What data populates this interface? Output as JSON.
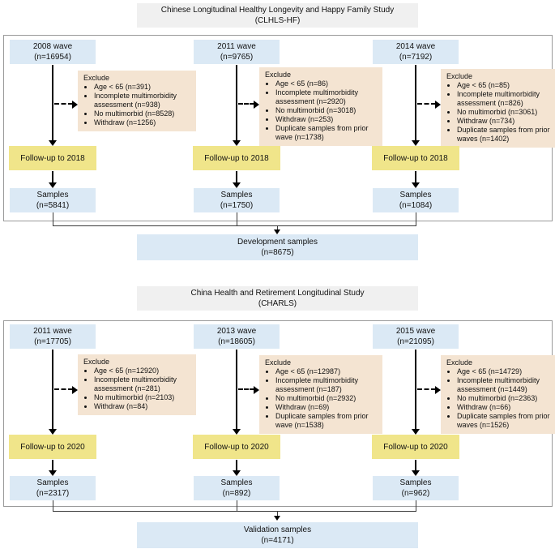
{
  "figure": {
    "type": "study-flow-diagram"
  },
  "colors": {
    "wave_sample_box": "#dbe9f5",
    "followup_box": "#f0e58a",
    "exclude_box": "#f4e4d2",
    "title_bg": "#f0f0f0",
    "panel_border": "#9a9a9a",
    "arrow": "#000000"
  },
  "sections": [
    {
      "title_line1": "Chinese Longitudinal Healthy Longevity and Happy Family Study",
      "title_line2": "(CLHLS-HF)",
      "columns": [
        {
          "wave_line1": "2008 wave",
          "wave_line2": "(n=16954)",
          "exclude_title": "Exclude",
          "exclude_items": [
            "Age < 65 (n=391)",
            "Incomplete multimorbidity assessment (n=938)",
            "No multimorbid (n=8528)",
            "Withdraw (n=1256)"
          ],
          "followup_label": "Follow-up to 2018",
          "samples_line1": "Samples",
          "samples_line2": "(n=5841)"
        },
        {
          "wave_line1": "2011 wave",
          "wave_line2": "(n=9765)",
          "exclude_title": "Exclude",
          "exclude_items": [
            "Age < 65 (n=86)",
            "Incomplete multimorbidity assessment (n=2920)",
            "No multimorbid (n=3018)",
            "Withdraw (n=253)",
            "Duplicate samples from prior wave (n=1738)"
          ],
          "followup_label": "Follow-up to 2018",
          "samples_line1": "Samples",
          "samples_line2": "(n=1750)"
        },
        {
          "wave_line1": "2014 wave",
          "wave_line2": "(n=7192)",
          "exclude_title": "Exclude",
          "exclude_items": [
            "Age < 65 (n=85)",
            "Incomplete multimorbidity assessment (n=826)",
            "No multimorbid (n=3061)",
            "Withdraw (n=734)",
            "Duplicate samples from prior waves (n=1402)"
          ],
          "followup_label": "Follow-up to 2018",
          "samples_line1": "Samples",
          "samples_line2": "(n=1084)"
        }
      ],
      "result_line1": "Development samples",
      "result_line2": "(n=8675)"
    },
    {
      "title_line1": "China Health and Retirement Longitudinal Study",
      "title_line2": "(CHARLS)",
      "columns": [
        {
          "wave_line1": "2011 wave",
          "wave_line2": "(n=17705)",
          "exclude_title": "Exclude",
          "exclude_items": [
            "Age < 65 (n=12920)",
            "Incomplete multimorbidity assessment (n=281)",
            "No multimorbid (n=2103)",
            "Withdraw (n=84)"
          ],
          "followup_label": "Follow-up to 2020",
          "samples_line1": "Samples",
          "samples_line2": "(n=2317)"
        },
        {
          "wave_line1": "2013 wave",
          "wave_line2": "(n=18605)",
          "exclude_title": "Exclude",
          "exclude_items": [
            "Age < 65 (n=12987)",
            "Incomplete multimorbidity assessment (n=187)",
            "No multimorbid (n=2932)",
            "Withdraw (n=69)",
            "Duplicate samples from prior wave (n=1538)"
          ],
          "followup_label": "Follow-up to 2020",
          "samples_line1": "Samples",
          "samples_line2": "(n=892)"
        },
        {
          "wave_line1": "2015 wave",
          "wave_line2": "(n=21095)",
          "exclude_title": "Exclude",
          "exclude_items": [
            "Age < 65 (n=14729)",
            "Incomplete multimorbidity assessment (n=1449)",
            "No multimorbid (n=2363)",
            "Withdraw (n=66)",
            "Duplicate samples from prior waves (n=1526)"
          ],
          "followup_label": "Follow-up to 2020",
          "samples_line1": "Samples",
          "samples_line2": "(n=962)"
        }
      ],
      "result_line1": "Validation samples",
      "result_line2": "(n=4171)"
    }
  ]
}
